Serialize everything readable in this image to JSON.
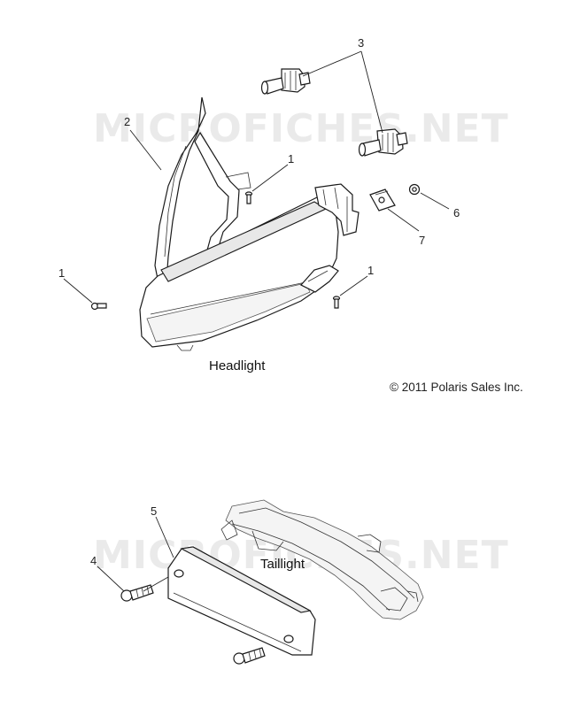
{
  "watermark": "MICROFICHES.NET",
  "captions": {
    "headlight": "Headlight",
    "taillight": "Taillight",
    "copyright": "© 2011 Polaris Sales Inc."
  },
  "callouts": {
    "c1a": "1",
    "c1b": "1",
    "c1c": "1",
    "c2": "2",
    "c3": "3",
    "c4": "4",
    "c5": "5",
    "c6": "6",
    "c7": "7"
  }
}
